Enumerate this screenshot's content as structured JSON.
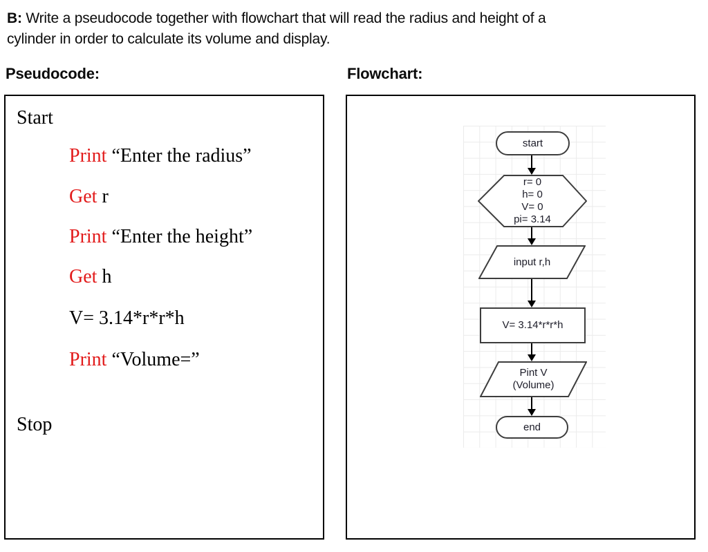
{
  "title": {
    "bold_prefix": "B:",
    "line1_rest": " Write a pseudocode together with flowchart that will read the radius and height of a",
    "line2": "cylinder in order to calculate its volume and display."
  },
  "headings": {
    "pseudocode": "Pseudocode:",
    "flowchart": "Flowchart:"
  },
  "pseudocode": {
    "lines": [
      {
        "keyword": "",
        "text": "Start"
      },
      {
        "keyword": "Print",
        "text": " “Enter the radius”"
      },
      {
        "keyword": "Get",
        "text": " r"
      },
      {
        "keyword": "Print",
        "text": " “Enter the height”"
      },
      {
        "keyword": "Get",
        "text": " h"
      },
      {
        "keyword": "",
        "text": "V= 3.14*r*r*h"
      },
      {
        "keyword": "Print",
        "text": " “Volume=”"
      },
      {
        "keyword": "",
        "text": "Stop"
      }
    ]
  },
  "flowchart": {
    "start_label": "start",
    "init_lines": [
      "r= 0",
      "h= 0",
      "V= 0",
      "pi= 3.14"
    ],
    "input_label": "input r,h",
    "process_label": "V= 3.14*r*r*h",
    "output_lines": [
      "Pint V",
      "(Volume)"
    ],
    "end_label": "end"
  },
  "colors": {
    "keyword_red": "#e21b1b",
    "shape_stroke": "#3d3d3d",
    "grid_line": "#ebebeb",
    "text_black": "#000000"
  }
}
